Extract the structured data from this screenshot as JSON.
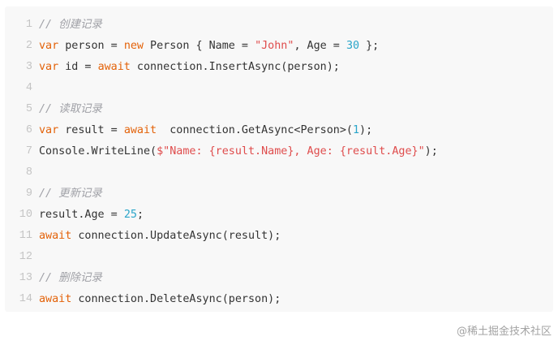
{
  "colors": {
    "background": "#f8f8f8",
    "line_number": "#c4c4c4",
    "plain": "#333333",
    "comment": "#a0a1a7",
    "keyword": "#e36209",
    "string": "#df4c4c",
    "number": "#2aa5c9"
  },
  "code_lines": [
    {
      "number": "1",
      "tokens": [
        {
          "type": "comment",
          "text": "// 创建记录"
        }
      ]
    },
    {
      "number": "2",
      "tokens": [
        {
          "type": "keyword",
          "text": "var"
        },
        {
          "type": "plain",
          "text": " person = "
        },
        {
          "type": "keyword",
          "text": "new"
        },
        {
          "type": "plain",
          "text": " Person { Name = "
        },
        {
          "type": "string",
          "text": "\"John\""
        },
        {
          "type": "plain",
          "text": ", Age = "
        },
        {
          "type": "number",
          "text": "30"
        },
        {
          "type": "plain",
          "text": " };"
        }
      ]
    },
    {
      "number": "3",
      "tokens": [
        {
          "type": "keyword",
          "text": "var"
        },
        {
          "type": "plain",
          "text": " id = "
        },
        {
          "type": "keyword",
          "text": "await"
        },
        {
          "type": "plain",
          "text": " connection.InsertAsync(person);"
        }
      ]
    },
    {
      "number": "4",
      "tokens": []
    },
    {
      "number": "5",
      "tokens": [
        {
          "type": "comment",
          "text": "// 读取记录"
        }
      ]
    },
    {
      "number": "6",
      "tokens": [
        {
          "type": "keyword",
          "text": "var"
        },
        {
          "type": "plain",
          "text": " result = "
        },
        {
          "type": "keyword",
          "text": "await"
        },
        {
          "type": "plain",
          "text": "  connection.GetAsync<Person>("
        },
        {
          "type": "number",
          "text": "1"
        },
        {
          "type": "plain",
          "text": ");"
        }
      ]
    },
    {
      "number": "7",
      "tokens": [
        {
          "type": "plain",
          "text": "Console.WriteLine("
        },
        {
          "type": "string",
          "text": "$\"Name: {result.Name}, Age: {result.Age}\""
        },
        {
          "type": "plain",
          "text": ");"
        }
      ]
    },
    {
      "number": "8",
      "tokens": []
    },
    {
      "number": "9",
      "tokens": [
        {
          "type": "comment",
          "text": "// 更新记录"
        }
      ]
    },
    {
      "number": "10",
      "tokens": [
        {
          "type": "plain",
          "text": "result.Age = "
        },
        {
          "type": "number",
          "text": "25"
        },
        {
          "type": "plain",
          "text": ";"
        }
      ]
    },
    {
      "number": "11",
      "tokens": [
        {
          "type": "keyword",
          "text": "await"
        },
        {
          "type": "plain",
          "text": " connection.UpdateAsync(result);"
        }
      ]
    },
    {
      "number": "12",
      "tokens": []
    },
    {
      "number": "13",
      "tokens": [
        {
          "type": "comment",
          "text": "// 删除记录"
        }
      ]
    },
    {
      "number": "14",
      "tokens": [
        {
          "type": "keyword",
          "text": "await"
        },
        {
          "type": "plain",
          "text": " connection.DeleteAsync(person);"
        }
      ]
    }
  ],
  "watermark": "@稀土掘金技术社区"
}
